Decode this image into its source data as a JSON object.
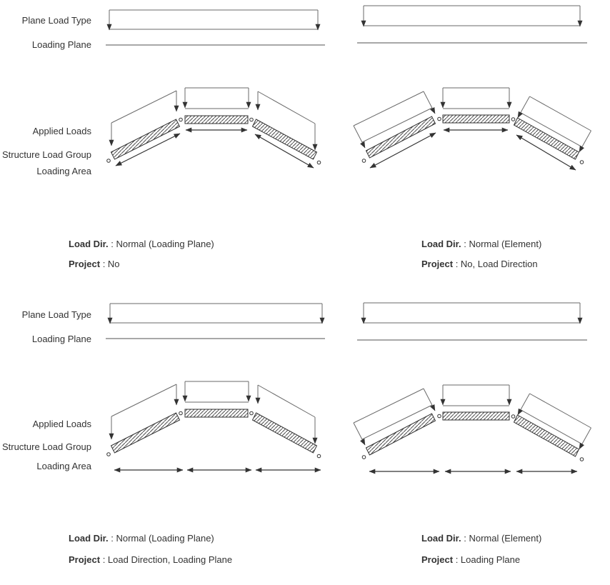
{
  "colors": {
    "ink": "#333333",
    "line": "#6a6a6a",
    "faint": "#a8a8a8",
    "text": "#333333"
  },
  "row_labels": {
    "plane_load_type": "Plane Load Type",
    "loading_plane": "Loading Plane",
    "applied_loads": "Applied Loads",
    "structure_load_group": "Structure Load Group",
    "loading_area": "Loading Area"
  },
  "panels": {
    "top_left": {
      "load_dir_label": "Load Dir.",
      "load_dir_value": " : Normal (Loading Plane)",
      "project_label": "Project",
      "project_value": " : No"
    },
    "top_right": {
      "load_dir_label": "Load Dir.",
      "load_dir_value": " : Normal (Element)",
      "project_label": "Project",
      "project_value": " : No, Load Direction"
    },
    "bottom_left": {
      "load_dir_label": "Load Dir.",
      "load_dir_value": " : Normal (Loading Plane)",
      "project_label": "Project",
      "project_value": " : Load Direction, Loading Plane"
    },
    "bottom_right": {
      "load_dir_label": "Load Dir.",
      "load_dir_value": " : Normal (Element)",
      "project_label": "Project",
      "project_value": " : Loading Plane"
    }
  }
}
